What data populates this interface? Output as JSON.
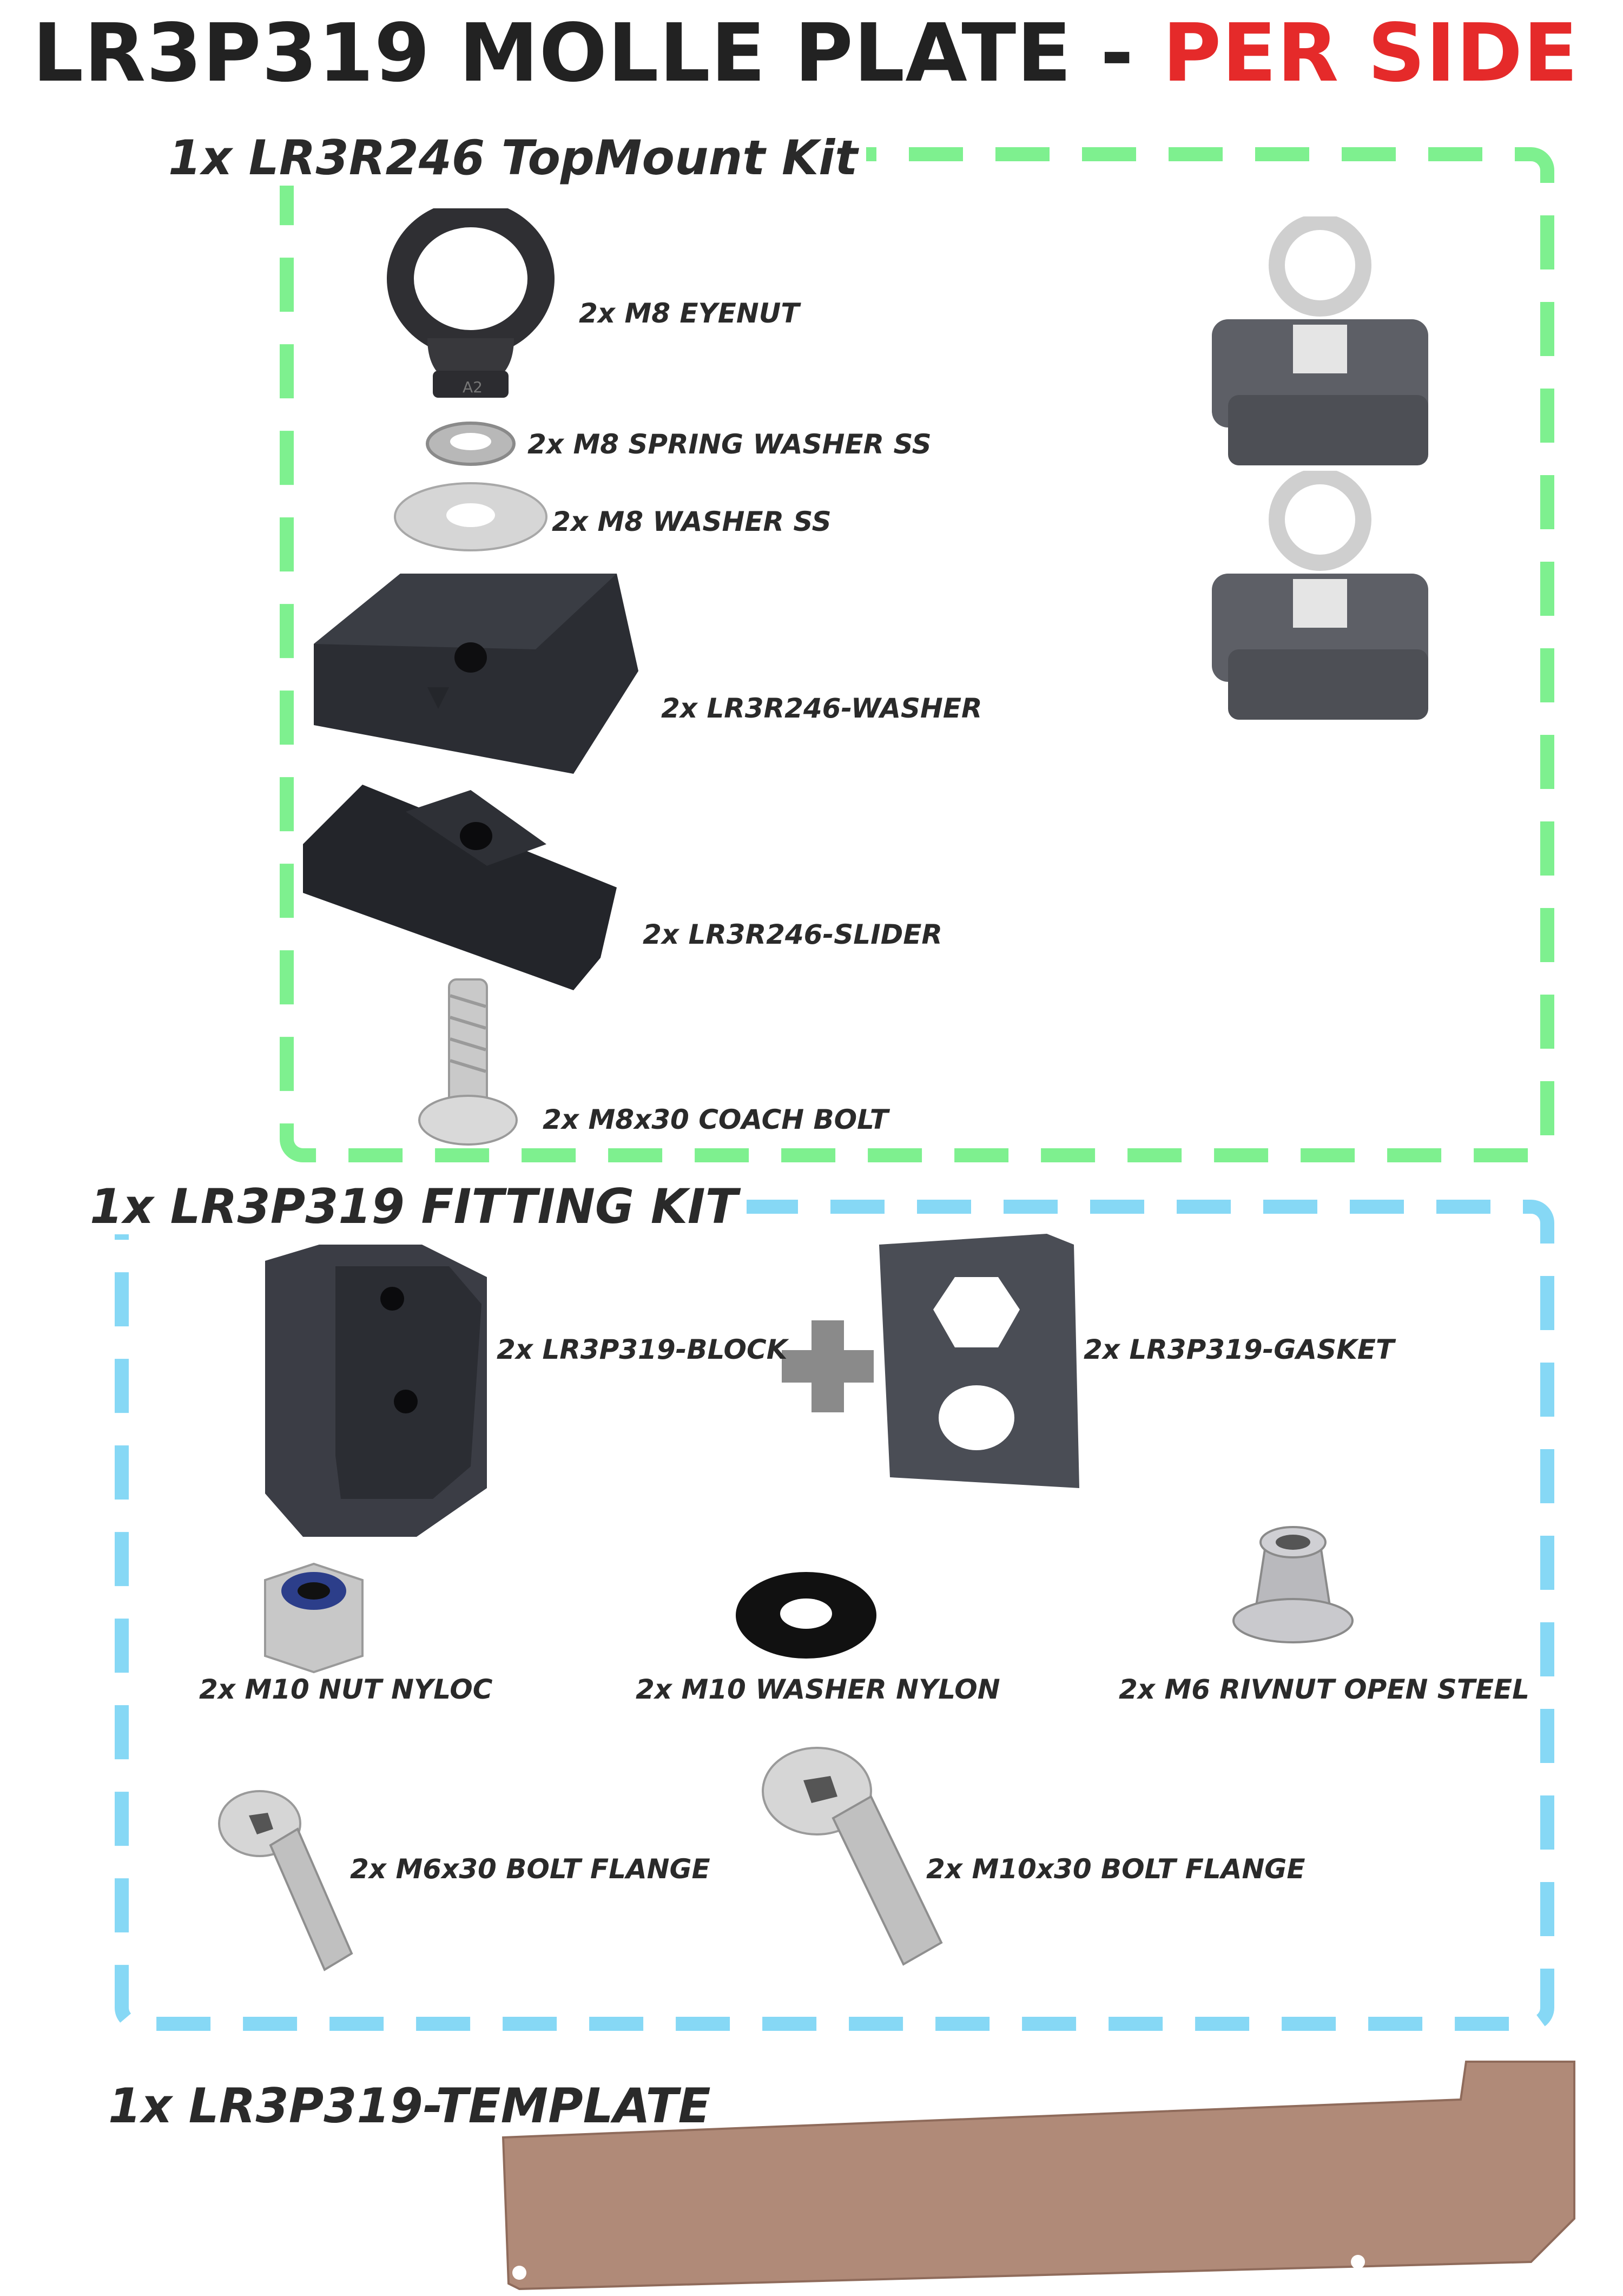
{
  "title": {
    "main": "LR3P319 MOLLE PLATE - ",
    "highlight": "PER SIDE"
  },
  "colors": {
    "accent_red": "#e52a2a",
    "topmount_border": "#7ef08f",
    "fitting_border": "#86d8f5",
    "template_color": "#b08a78"
  },
  "topmount_kit": {
    "heading": "1x LR3R246 TopMount Kit",
    "items": [
      {
        "label": "2x M8 EYENUT",
        "icon": "eyenut-icon"
      },
      {
        "label": "2x M8 SPRING WASHER SS",
        "icon": "spring-washer-icon"
      },
      {
        "label": "2x M8 WASHER SS",
        "icon": "washer-icon"
      },
      {
        "label": "2x LR3R246-WASHER",
        "icon": "block-washer-icon"
      },
      {
        "label": "2x LR3R246-SLIDER",
        "icon": "slider-icon"
      },
      {
        "label": "2x M8x30 COACH BOLT",
        "icon": "coach-bolt-icon"
      }
    ]
  },
  "fitting_kit": {
    "heading": "1x LR3P319 FITTING KIT",
    "items": [
      {
        "label": "2x LR3P319-BLOCK",
        "icon": "block-icon"
      },
      {
        "label": "2x LR3P319-GASKET",
        "icon": "gasket-icon"
      },
      {
        "label": "2x M10 NUT NYLOC",
        "icon": "nyloc-nut-icon"
      },
      {
        "label": "2x M10 WASHER NYLON",
        "icon": "nylon-washer-icon"
      },
      {
        "label": "2x M6 RIVNUT OPEN STEEL",
        "icon": "rivnut-icon"
      },
      {
        "label": "2x M6x30 BOLT FLANGE",
        "icon": "m6-bolt-icon"
      },
      {
        "label": "2x M10x30 BOLT FLANGE",
        "icon": "m10-bolt-icon"
      }
    ]
  },
  "template": {
    "heading": "1x LR3P319-TEMPLATE",
    "icon": "template-plate-icon"
  }
}
